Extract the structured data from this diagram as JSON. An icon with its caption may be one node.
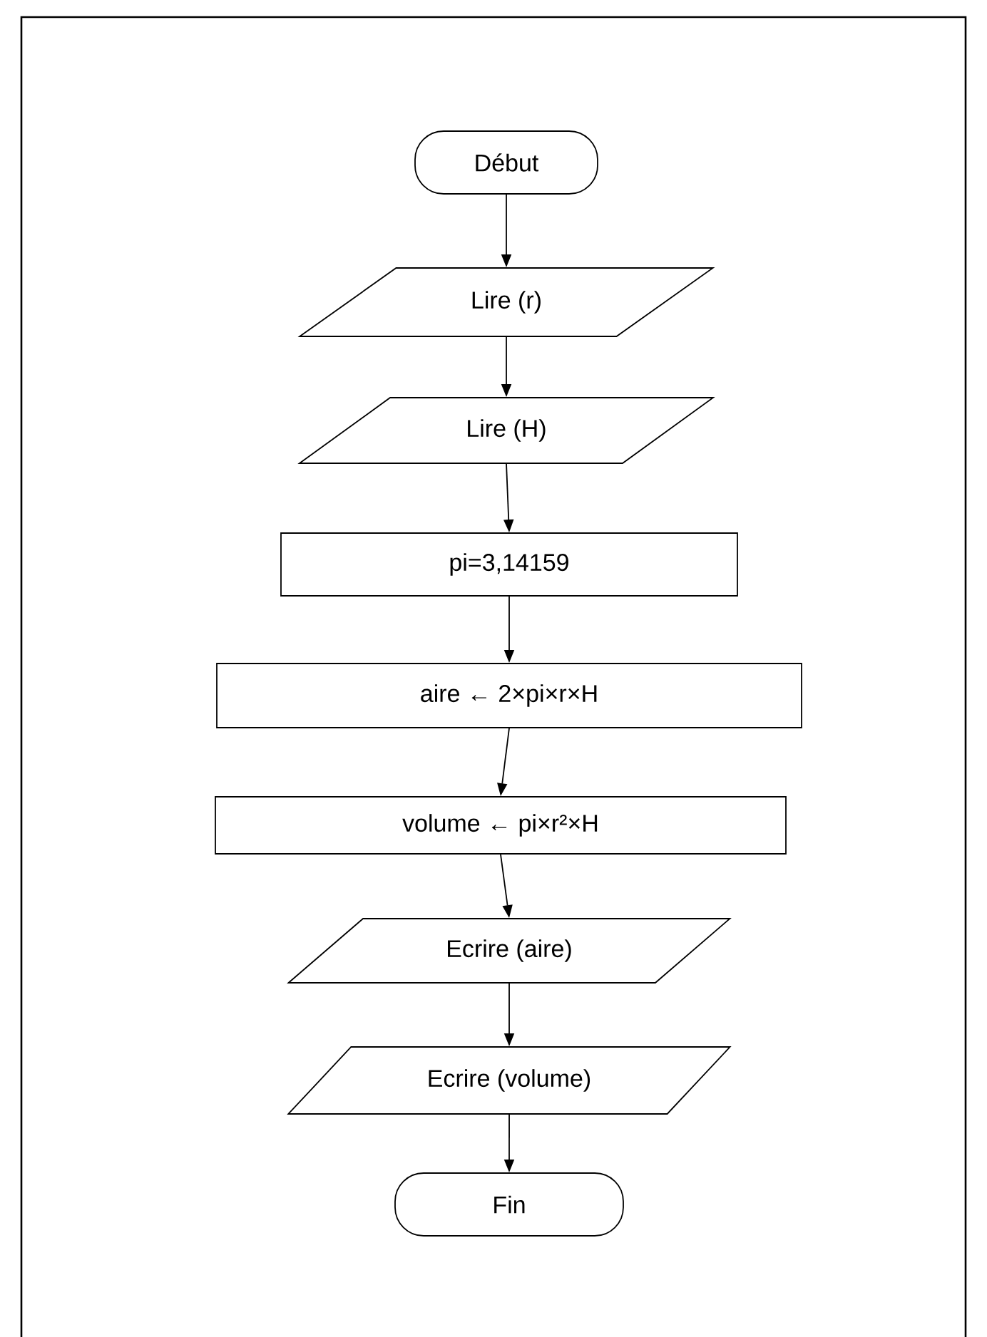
{
  "diagram": {
    "nodes": [
      {
        "text": [
          "Début"
        ]
      },
      {
        "text": [
          "Lire (r)"
        ]
      },
      {
        "text": [
          "Lire (H)"
        ]
      },
      {
        "text": [
          "pi=3,14159"
        ]
      },
      {
        "text": [
          "aire ← 2×pi×r×H"
        ]
      },
      {
        "text": [
          "volume ← pi×r²×H"
        ]
      },
      {
        "text": [
          "Ecrire (aire)"
        ]
      },
      {
        "text": [
          "Ecrire (volume)"
        ]
      },
      {
        "text": [
          "Fin"
        ]
      }
    ],
    "edges": [
      {
        "from": 0,
        "to": 1,
        "arrow": "to"
      },
      {
        "from": 1,
        "to": 2,
        "arrow": "to"
      },
      {
        "from": 2,
        "to": 3,
        "arrow": "to"
      },
      {
        "from": 3,
        "to": 4,
        "arrow": "to"
      },
      {
        "from": 4,
        "to": 5,
        "arrow": "to"
      },
      {
        "from": 5,
        "to": 6,
        "arrow": "to"
      },
      {
        "from": 6,
        "to": 7,
        "arrow": "to"
      },
      {
        "from": 7,
        "to": 8,
        "arrow": "to"
      }
    ]
  }
}
